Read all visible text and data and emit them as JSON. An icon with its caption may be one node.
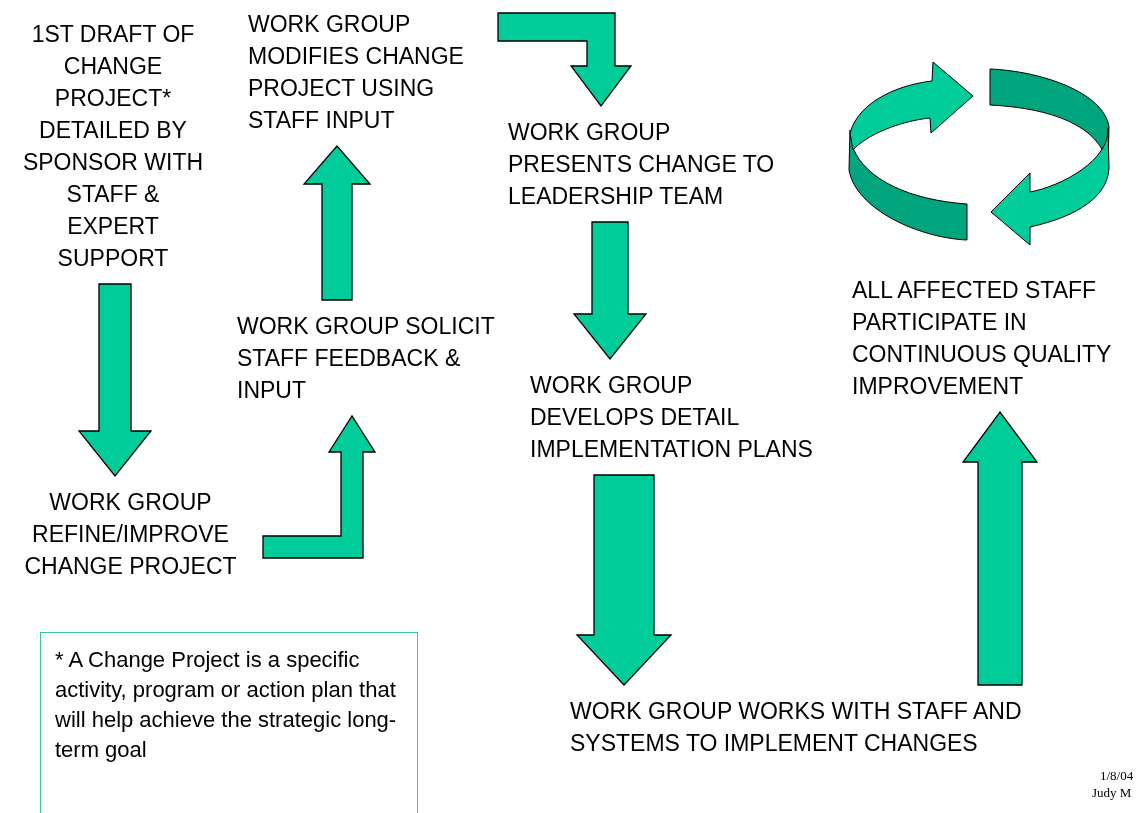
{
  "diagram": {
    "nodes": [
      {
        "text": [
          "1ST DRAFT OF CHANGE PROJECT* DETAILED BY SPONSOR WITH STAFF & EXPERT SUPPORT"
        ]
      },
      {
        "text": [
          "WORK GROUP REFINE/IMPROVE CHANGE PROJECT"
        ]
      },
      {
        "text": [
          "WORK GROUP SOLICIT STAFF FEEDBACK & INPUT"
        ]
      },
      {
        "text": [
          "WORK GROUP MODIFIES CHANGE PROJECT USING STAFF INPUT"
        ]
      },
      {
        "text": [
          "WORK GROUP PRESENTS CHANGE TO LEADERSHIP TEAM"
        ]
      },
      {
        "text": [
          "WORK GROUP DEVELOPS DETAIL IMPLEMENTATION PLANS"
        ]
      },
      {
        "text": [
          "WORK GROUP WORKS WITH STAFF AND SYSTEMS TO IMPLEMENT CHANGES"
        ]
      },
      {
        "text": [
          "ALL AFFECTED STAFF PARTICIPATE IN CONTINUOUS QUALITY IMPROVEMENT"
        ]
      },
      {
        "text": [
          "* A Change Project is a specific activity, program or action plan that will help achieve the strategic long-term goal"
        ]
      }
    ],
    "edges": [
      {
        "from": 0,
        "to": 1,
        "arrow": "to",
        "style": "thick"
      },
      {
        "from": 1,
        "to": 2,
        "arrow": "to",
        "style": "thick"
      },
      {
        "from": 2,
        "to": 3,
        "arrow": "to",
        "style": "thick"
      },
      {
        "from": 3,
        "to": 4,
        "arrow": "to",
        "style": "thick"
      },
      {
        "from": 4,
        "to": 5,
        "arrow": "to",
        "style": "thick"
      },
      {
        "from": 5,
        "to": 6,
        "arrow": "to",
        "style": "thick"
      },
      {
        "from": 6,
        "to": 7,
        "arrow": "to",
        "style": "thick"
      }
    ],
    "labels": [
      "1/8/04",
      "Judy M"
    ]
  }
}
